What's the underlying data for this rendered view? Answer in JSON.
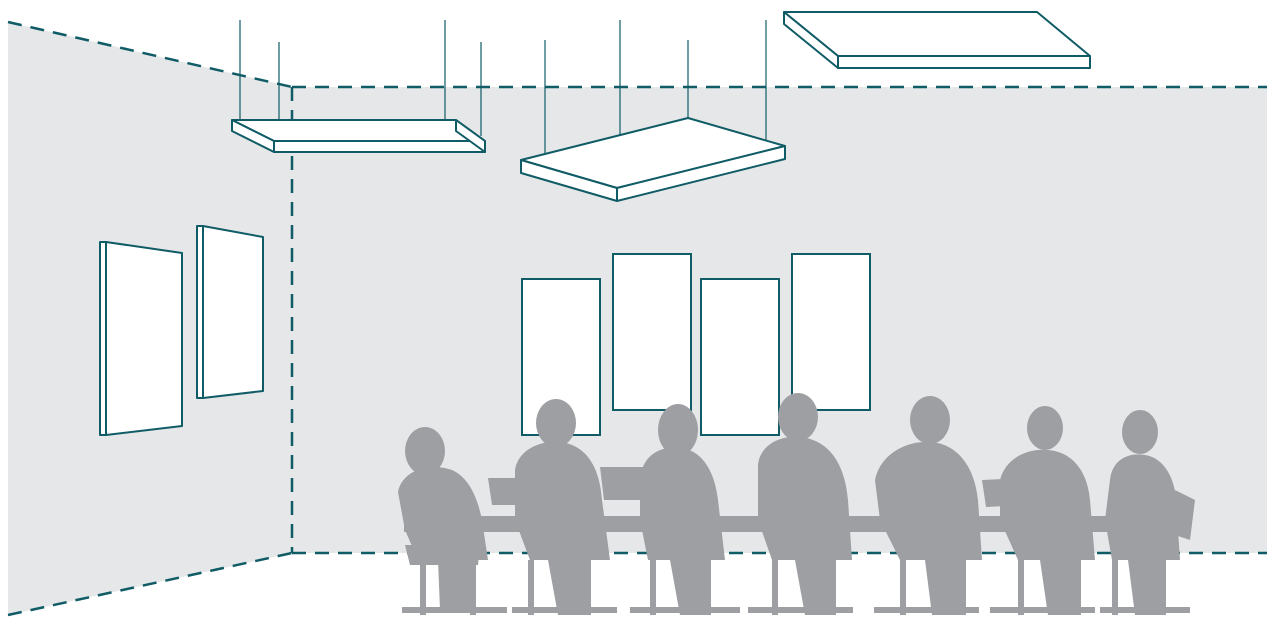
{
  "scene": {
    "description_label": "",
    "colors": {
      "background": "#ffffff",
      "wall": "#e6e7e8",
      "outline": "#0f5c66",
      "panel_fill": "#ffffff",
      "silhouette": "#9d9fa2"
    },
    "icons": [
      "ceiling-baffle-icon",
      "wall-panel-icon",
      "meeting-people-silhouette-icon"
    ],
    "counts": {
      "ceiling_panels": 3,
      "back_wall_panels": 4,
      "side_wall_panels": 2,
      "people": 7
    }
  }
}
